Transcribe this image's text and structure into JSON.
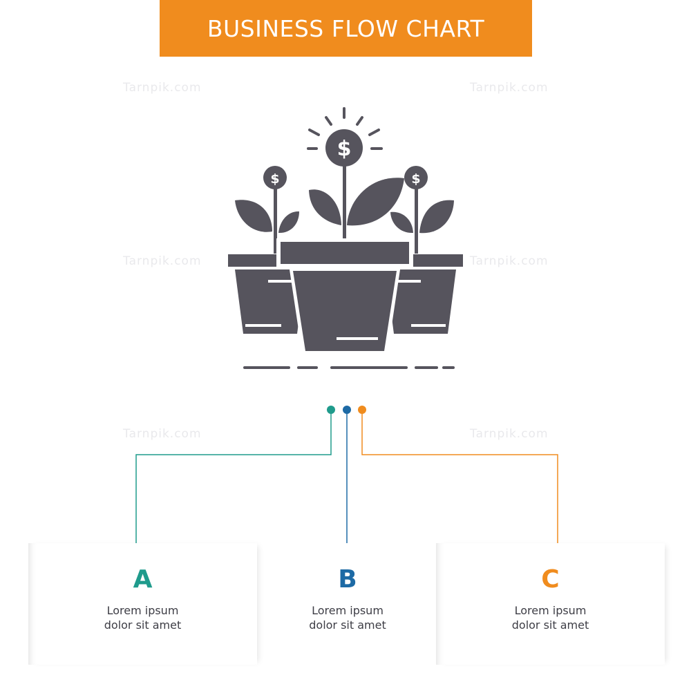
{
  "title": "BUSINESS FLOW CHART",
  "watermark": "Tarnpik.com",
  "colors": {
    "title_bg": "#f08c1e",
    "icon_fill": "#56545d",
    "branch_a": "#1f9b8c",
    "branch_b": "#1d6aa5",
    "branch_c": "#f08c1e"
  },
  "icon": "money-plants-in-pots-icon",
  "branches": [
    {
      "letter": "A",
      "line1": "Lorem ipsum",
      "line2": "dolor sit amet",
      "color": "#1f9b8c"
    },
    {
      "letter": "B",
      "line1": "Lorem ipsum",
      "line2": "dolor sit amet",
      "color": "#1d6aa5"
    },
    {
      "letter": "C",
      "line1": "Lorem ipsum",
      "line2": "dolor sit amet",
      "color": "#f08c1e"
    }
  ]
}
